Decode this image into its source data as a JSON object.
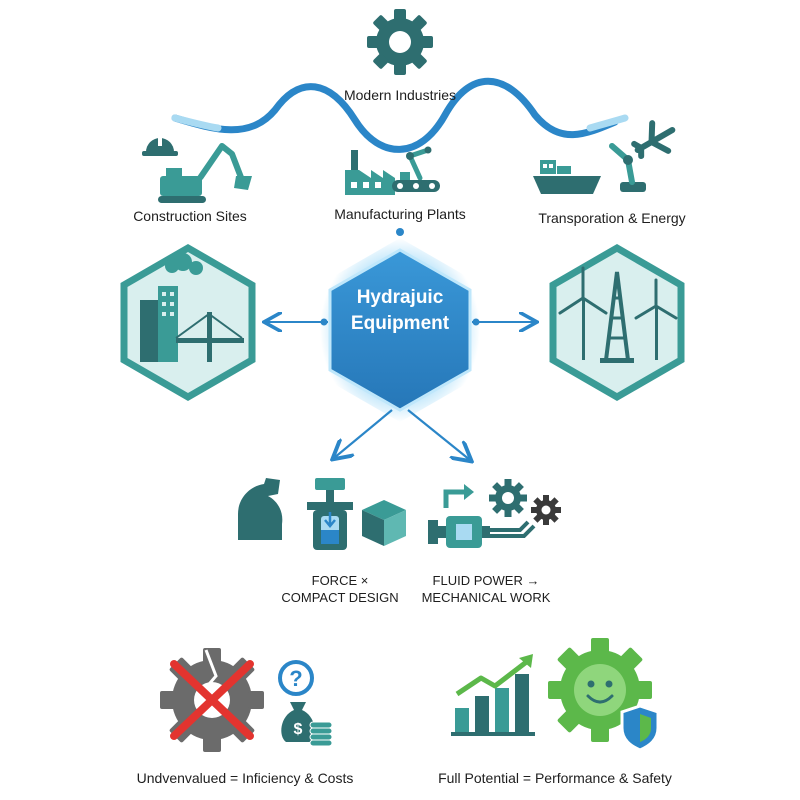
{
  "header": {
    "title": "Modern Industries"
  },
  "sectors": {
    "construction": "Construction Sites",
    "manufacturing": "Manufacturing Plants",
    "transport": "Transporation & Energy"
  },
  "hub": {
    "line1": "Hydrajuic",
    "line2": "Equipment"
  },
  "principles": {
    "force_line1": "FORCE ×",
    "force_line2": "COMPACT DESIGN",
    "fluid_line1": "FLUID POWER →",
    "fluid_line2": "MECHANICAL WORK"
  },
  "outcomes": {
    "negative": "Undvenvalued = Inficiency & Costs",
    "positive": "Full Potential = Performance & Safety",
    "question_mark": "?",
    "dollar_sign": "$"
  },
  "colors": {
    "teal": "#3a9b96",
    "dark_teal": "#2e6e70",
    "blue": "#2b86c8",
    "gray": "#6b6b6b",
    "red": "#e3342f",
    "green": "#5cb84a",
    "hex_bg": "#d9efee"
  },
  "icons": [
    "gear-icon",
    "hard-hat-icon",
    "excavator-icon",
    "factory-icon",
    "robot-arm-icon",
    "conveyor-icon",
    "ship-icon",
    "airplane-icon",
    "city-bridge-icon",
    "wind-turbine-icon",
    "oil-rig-icon",
    "arm-muscle-icon",
    "piston-icon",
    "cube-icon",
    "valve-icon",
    "broken-gear-icon",
    "question-icon",
    "money-bag-icon",
    "bar-chart-icon",
    "smiley-gear-icon",
    "shield-icon"
  ]
}
